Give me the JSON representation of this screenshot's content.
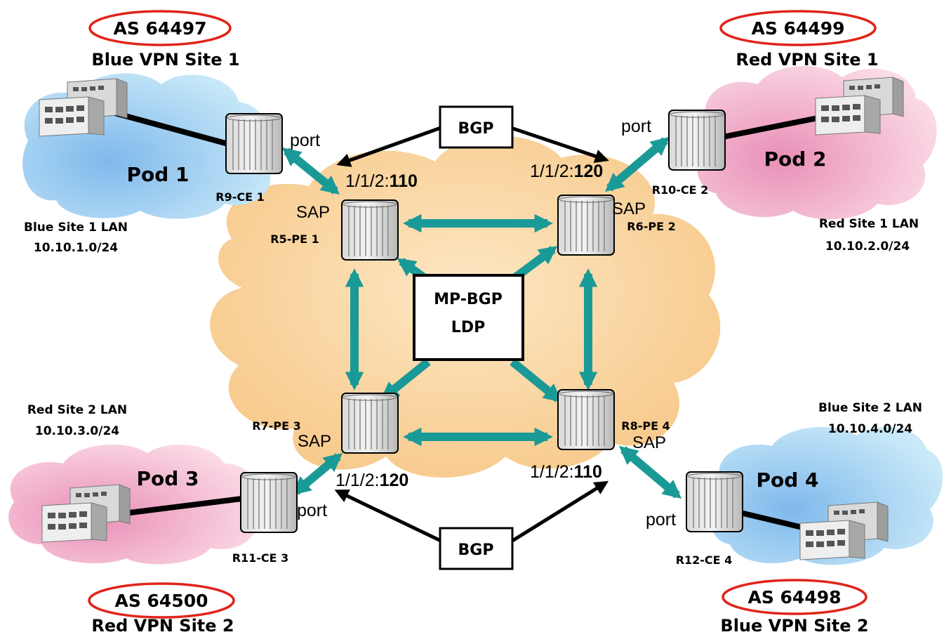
{
  "colors": {
    "blue_cloud": "#9fd3ee",
    "red_cloud": "#f2b6cd",
    "core_cloud": "#fbd9a4",
    "teal_link": "#1a9a96",
    "as_oval": "#e0241b",
    "black_link": "#000000"
  },
  "sites": {
    "s1": {
      "as": "AS 64497",
      "vpn": "Blue VPN Site 1",
      "pod": "Pod 1",
      "lan": "Blue Site 1 LAN",
      "subnet": "10.10.1.0/24",
      "ce": "R9-CE 1"
    },
    "s2": {
      "as": "AS 64499",
      "vpn": "Red VPN Site 1",
      "pod": "Pod 2",
      "lan": "Red Site 1 LAN",
      "subnet": "10.10.2.0/24",
      "ce": "R10-CE 2"
    },
    "s3": {
      "as": "AS 64500",
      "vpn": "Red VPN Site 2",
      "pod": "Pod 3",
      "lan": "Red Site 2 LAN",
      "subnet": "10.10.3.0/24",
      "ce": "R11-CE 3"
    },
    "s4": {
      "as": "AS 64498",
      "vpn": "Blue VPN Site 2",
      "pod": "Pod 4",
      "lan": "Blue Site 2 LAN",
      "subnet": "10.10.4.0/24",
      "ce": "R12-CE 4"
    }
  },
  "pe": {
    "pe1": {
      "name": "R5-PE 1",
      "sap_prefix": "1/1/2:",
      "sap_id": "110"
    },
    "pe2": {
      "name": "R6-PE 2",
      "sap_prefix": "1/1/2:",
      "sap_id": "120"
    },
    "pe3": {
      "name": "R7-PE 3",
      "sap_prefix": "1/1/2:",
      "sap_id": "120"
    },
    "pe4": {
      "name": "R8-PE 4",
      "sap_prefix": "1/1/2:",
      "sap_id": "110"
    }
  },
  "labels": {
    "port": "port",
    "sap": "SAP",
    "bgp": "BGP",
    "core_line1": "MP-BGP",
    "core_line2": "LDP"
  },
  "icons": [
    "router-icon",
    "building-icon",
    "cloud-icon"
  ]
}
